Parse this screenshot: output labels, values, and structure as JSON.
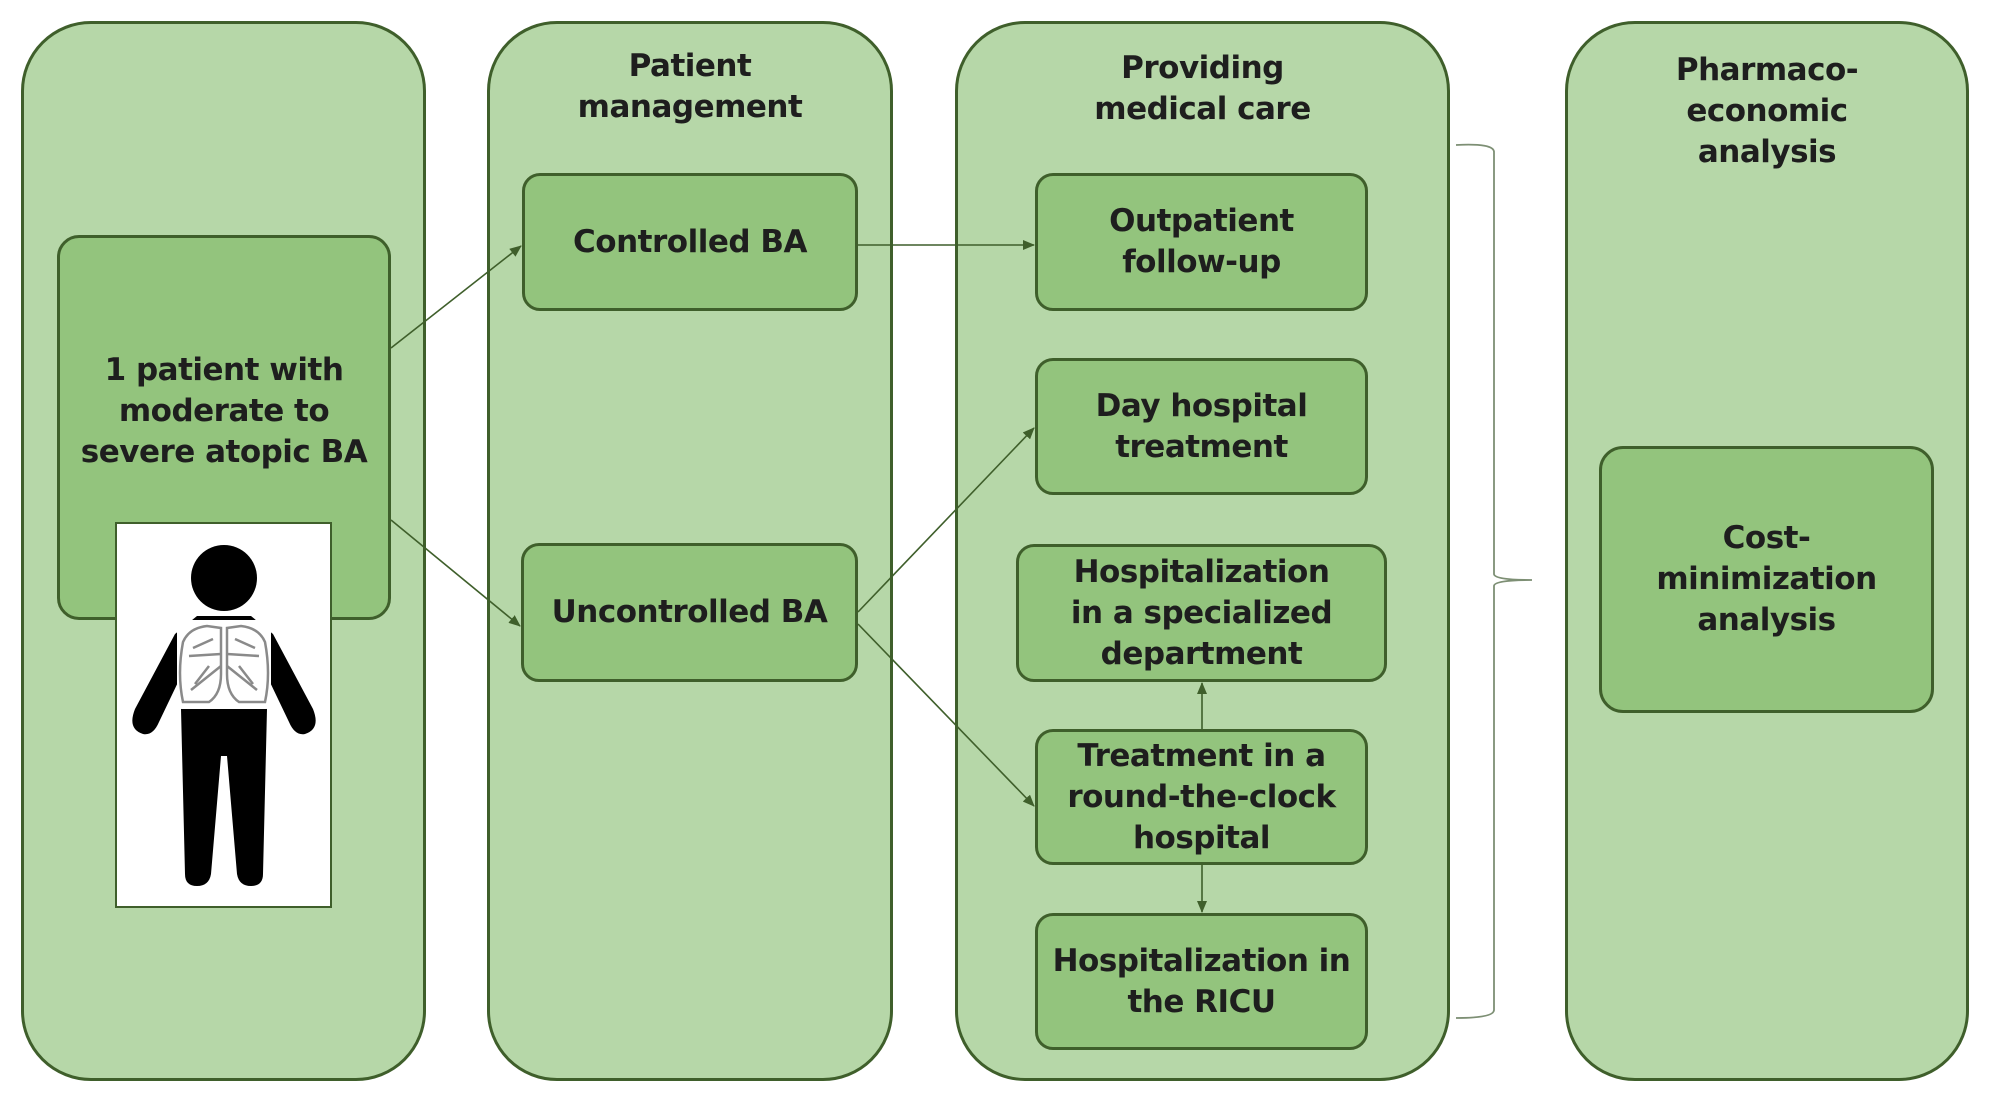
{
  "diagram": {
    "columns": [
      {
        "id": "patient",
        "title": ""
      },
      {
        "id": "management",
        "title": "Patient\nmanagement"
      },
      {
        "id": "care",
        "title": "Providing\nmedical care"
      },
      {
        "id": "analysis",
        "title": "Pharmaco-\neconomic\nanalysis"
      }
    ],
    "nodes": {
      "patient": "1 patient with\nmoderate to\nsevere atopic BA",
      "controlled": "Controlled BA",
      "uncontrolled": "Uncontrolled BA",
      "outpatient": "Outpatient\nfollow-up",
      "day_hospital": "Day hospital\ntreatment",
      "specialized": "Hospitalization\nin a specialized\ndepartment",
      "round_clock": "Treatment in a\nround-the-clock\nhospital",
      "ricu": "Hospitalization in\nthe RICU",
      "cost_min": "Cost-\nminimization\nanalysis"
    },
    "edges": [
      {
        "from": "patient",
        "to": "controlled"
      },
      {
        "from": "patient",
        "to": "uncontrolled"
      },
      {
        "from": "controlled",
        "to": "outpatient"
      },
      {
        "from": "uncontrolled",
        "to": "day_hospital"
      },
      {
        "from": "uncontrolled",
        "to": "round_clock"
      },
      {
        "from": "round_clock",
        "to": "specialized"
      },
      {
        "from": "round_clock",
        "to": "ricu"
      }
    ],
    "figure_icon": "person-with-lungs-icon",
    "brace_icon": "right-curly-brace-icon",
    "colors": {
      "column_fill": "#b6d7a8",
      "box_fill": "#93c47d",
      "border": "#3f5f2b",
      "text": "#1e1e1e"
    }
  }
}
